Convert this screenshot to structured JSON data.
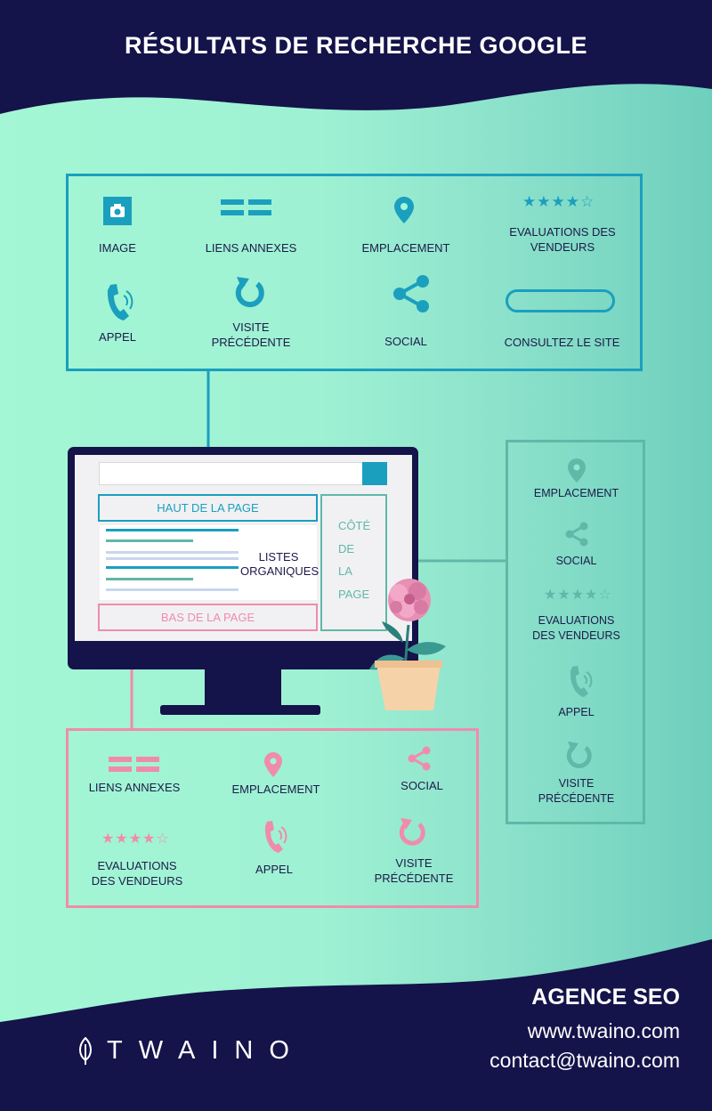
{
  "title": "RÉSULTATS DE RECHERCHE GOOGLE",
  "colors": {
    "navy": "#14134a",
    "mint": "#a3f7d4",
    "blue": "#1a9fbf",
    "teal": "#5fb8a8",
    "pink": "#f08cab"
  },
  "top_panel": {
    "items": [
      {
        "label": "IMAGE",
        "icon": "camera-icon"
      },
      {
        "label": "LIENS ANNEXES",
        "icon": "sitelinks-icon"
      },
      {
        "label": "EMPLACEMENT",
        "icon": "location-pin-icon"
      },
      {
        "label": "EVALUATIONS DES\nVENDEURS",
        "icon": "rating-stars-icon"
      },
      {
        "label": "APPEL",
        "icon": "phone-icon"
      },
      {
        "label": "VISITE\nPRÉCÉDENTE",
        "icon": "refresh-icon"
      },
      {
        "label": "SOCIAL",
        "icon": "share-icon"
      },
      {
        "label": "CONSULTEZ LE SITE",
        "icon": "visit-site-pill-icon"
      }
    ]
  },
  "screen": {
    "top_label": "HAUT DE LA PAGE",
    "organic_label": "LISTES\nORGANIQUES",
    "side_label": "CÔTÉ\nDE\nLA\nPAGE",
    "bottom_label": "BAS DE LA PAGE"
  },
  "side_panel": {
    "items": [
      {
        "label": "EMPLACEMENT",
        "icon": "location-pin-icon"
      },
      {
        "label": "SOCIAL",
        "icon": "share-icon"
      },
      {
        "label": "EVALUATIONS\nDES VENDEURS",
        "icon": "rating-stars-icon"
      },
      {
        "label": "APPEL",
        "icon": "phone-icon"
      },
      {
        "label": "VISITE\nPRÉCÉDENTE",
        "icon": "refresh-icon"
      }
    ]
  },
  "bottom_panel": {
    "items": [
      {
        "label": "LIENS ANNEXES",
        "icon": "sitelinks-icon"
      },
      {
        "label": "EMPLACEMENT",
        "icon": "location-pin-icon"
      },
      {
        "label": "SOCIAL",
        "icon": "share-icon"
      },
      {
        "label": "EVALUATIONS\nDES VENDEURS",
        "icon": "rating-stars-icon"
      },
      {
        "label": "APPEL",
        "icon": "phone-icon"
      },
      {
        "label": "VISITE\nPRÉCÉDENTE",
        "icon": "refresh-icon"
      }
    ]
  },
  "footer": {
    "agency": "AGENCE SEO",
    "website": "www.twaino.com",
    "email": "contact@twaino.com",
    "brand": "TWAINO"
  }
}
